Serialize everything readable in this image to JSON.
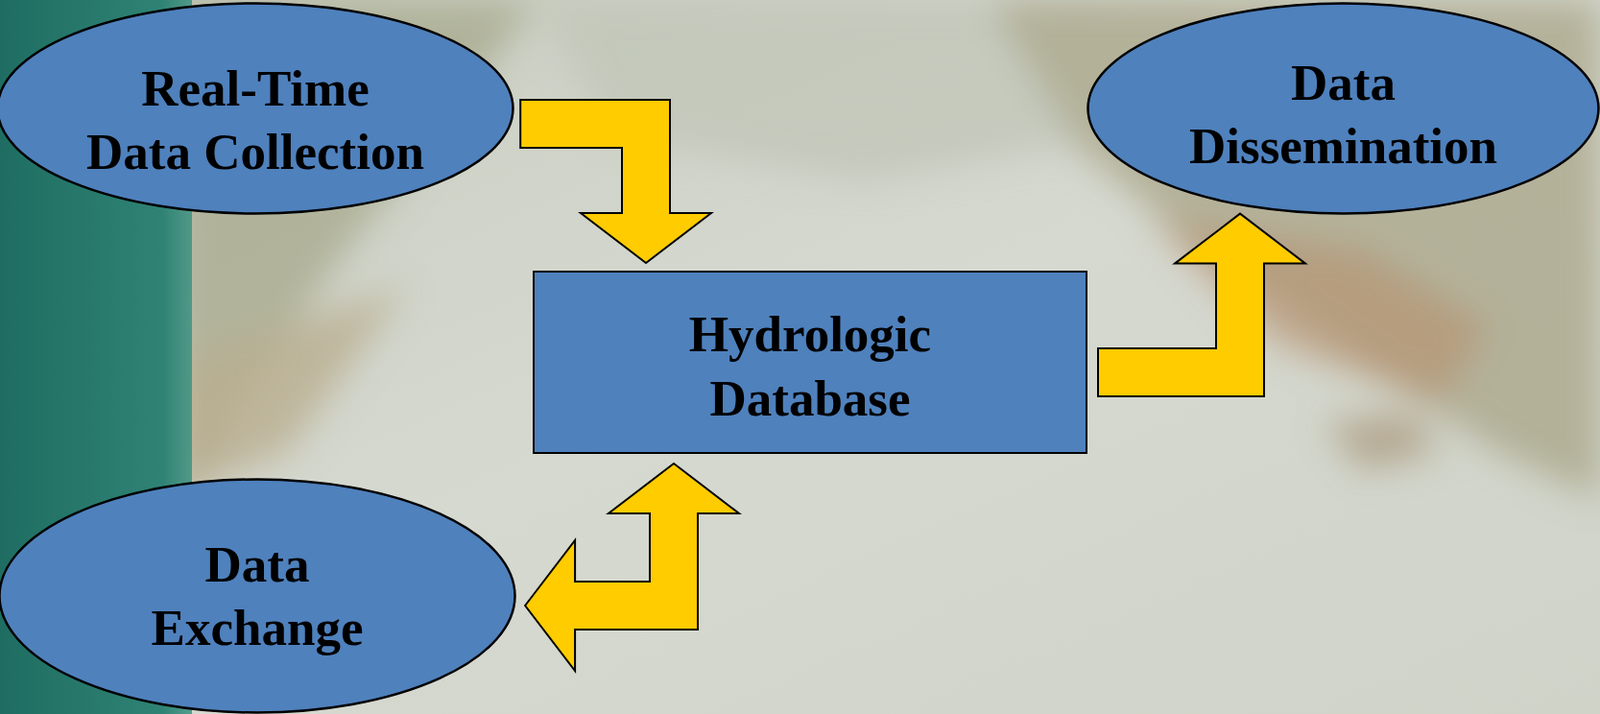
{
  "diagram": {
    "nodes": [
      {
        "text": [
          "Real-Time Data Collection"
        ]
      },
      {
        "text": [
          "Data Dissemination"
        ]
      },
      {
        "text": [
          "Hydrologic Database"
        ]
      },
      {
        "text": [
          "Data Exchange"
        ]
      }
    ],
    "edges": [
      {
        "from": 0,
        "to": 2,
        "arrow": "to"
      },
      {
        "from": 2,
        "to": 1,
        "arrow": "to"
      },
      {
        "from": 2,
        "to": 3,
        "arrow": "both"
      }
    ]
  }
}
